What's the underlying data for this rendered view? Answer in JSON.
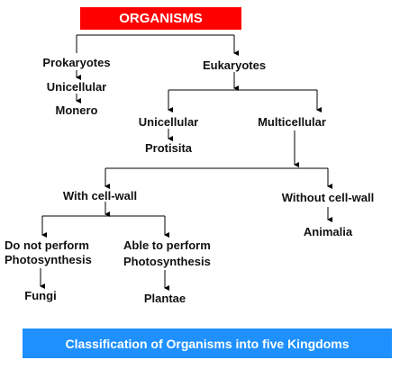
{
  "title": "ORGANISMS",
  "caption": "Classification of Organisms into five Kingdoms",
  "nodes": {
    "prokaryotes": "Prokaryotes",
    "pro_unicellular": "Unicellular",
    "monero": "Monero",
    "eukaryotes": "Eukaryotes",
    "eu_unicellular": "Unicellular",
    "protisita": "Protisita",
    "multicellular": "Multicellular",
    "with_cell_wall": "With cell-wall",
    "without_cell_wall": "Without cell-wall",
    "animalia": "Animalia",
    "no_photo_line1": "Do not  perform",
    "no_photo_line2": "Photosynthesis",
    "fungi": "Fungi",
    "photo_line1": "Able to perform",
    "photo_line2": "Photosynthesis",
    "plantae": "Plantae"
  },
  "colors": {
    "title_bg": "#ff0000",
    "caption_bg": "#1e90ff",
    "text": "#111111",
    "line": "#000000"
  }
}
